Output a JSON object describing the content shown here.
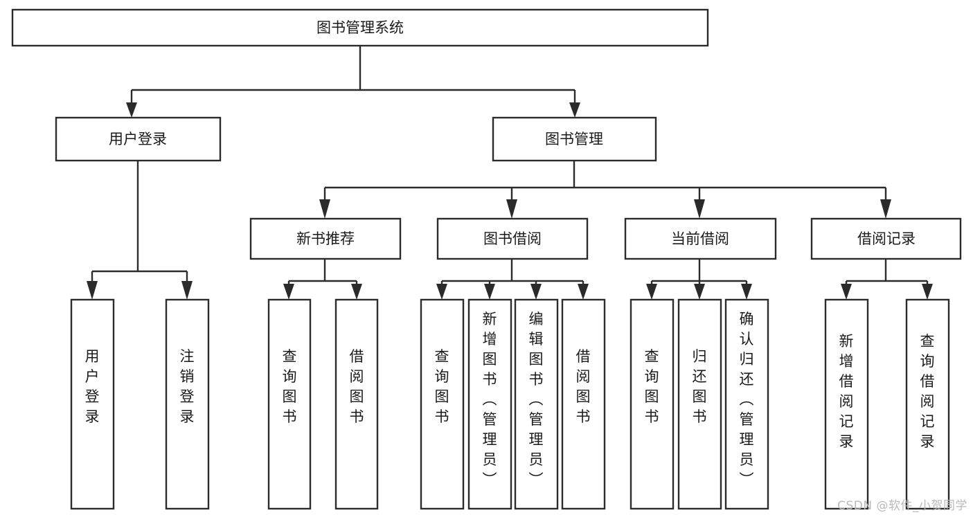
{
  "diagram": {
    "type": "tree-hierarchy-chart",
    "title": "图书管理系统",
    "orientation": "top-down",
    "colors": {
      "box_stroke": "#2b2b2b",
      "box_fill": "#ffffff",
      "text": "#1a1a1a",
      "background": "#ffffff",
      "watermark": "#b9b9b9"
    },
    "root": {
      "label": "图书管理系统"
    },
    "level1": [
      {
        "label": "用户登录"
      },
      {
        "label": "图书管理"
      }
    ],
    "level2": [
      {
        "label": "新书推荐"
      },
      {
        "label": "图书借阅"
      },
      {
        "label": "当前借阅"
      },
      {
        "label": "借阅记录"
      }
    ],
    "leaves": {
      "user_login": [
        {
          "label": "用户登录"
        },
        {
          "label": "注销登录"
        }
      ],
      "new_book_recommend": [
        {
          "label": "查询图书"
        },
        {
          "label": "借阅图书"
        }
      ],
      "book_borrow": [
        {
          "label": "查询图书"
        },
        {
          "label": "新增图书（管理员）"
        },
        {
          "label": "编辑图书（管理员）"
        },
        {
          "label": "借阅图书"
        }
      ],
      "current_borrow": [
        {
          "label": "查询图书"
        },
        {
          "label": "归还图书"
        },
        {
          "label": "确认归还（管理员）"
        }
      ],
      "borrow_record": [
        {
          "label": "新增借阅记录"
        },
        {
          "label": "查询借阅记录"
        }
      ]
    }
  },
  "watermark": {
    "text": "CSDN @软件_小贺同学"
  }
}
